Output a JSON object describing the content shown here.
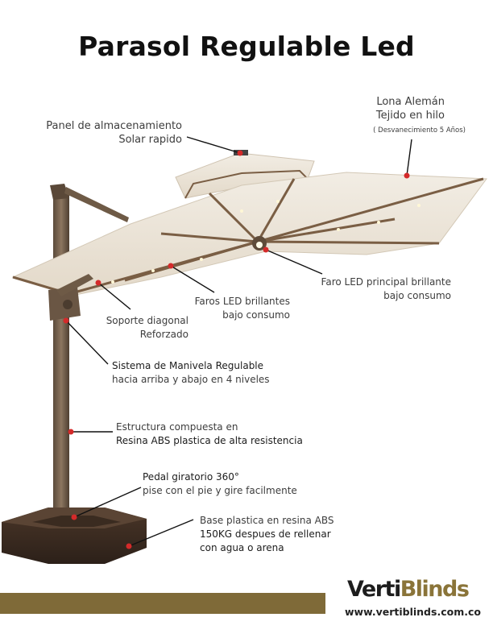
{
  "title": "Parasol Regulable Led",
  "labels": {
    "panel": {
      "line1": "Panel de almacenamiento",
      "line2": "Solar rapido"
    },
    "lona": {
      "line1": "Lona Alemán",
      "line2": "Tejido en hilo",
      "line3": "( Desvanecimiento 5 Años)"
    },
    "faro_principal": {
      "line1": "Faro LED principal brillante",
      "line2": "bajo consumo"
    },
    "faros_led": {
      "line1": "Faros LED brillantes",
      "line2": "bajo consumo"
    },
    "soporte": {
      "line1": "Soporte diagonal",
      "line2": "Reforzado"
    },
    "manivela": {
      "line1": "Sistema de Manivela Regulable",
      "line2": "hacia arriba  y abajo en 4 niveles"
    },
    "estructura": {
      "line1": "Estructura compuesta en",
      "line2": "Resina ABS plastica de alta resistencia"
    },
    "pedal": {
      "line1": "Pedal giratorio 360°",
      "line2": "pise con el pie y gire facilmente"
    },
    "base": {
      "line1": "Base plastica en resina ABS",
      "line2": "150KG despues de rellenar",
      "line3": "con agua o arena"
    }
  },
  "brand": {
    "part1": "Verti",
    "part2": "Blinds",
    "url": "www.vertiblinds.com.co"
  },
  "colors": {
    "accent": "#7f6a38",
    "marker": "#d42a2a",
    "canopy": "#efe8dc",
    "frame": "#6e5a46"
  }
}
